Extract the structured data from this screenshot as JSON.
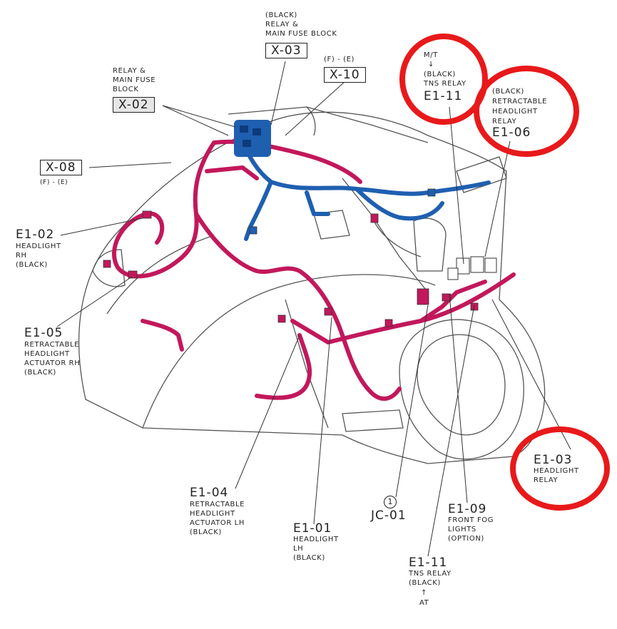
{
  "colors": {
    "harness_red": "#c2185b",
    "harness_blue": "#1f5fb0",
    "highlight_circle": "#e8191a",
    "line": "#333333"
  },
  "labels": {
    "x03": {
      "color": "(BLACK)",
      "desc1": "RELAY &",
      "desc2": "MAIN FUSE BLOCK",
      "code": "X-03"
    },
    "x10": {
      "note": "(F) - (E)",
      "code": "X-10"
    },
    "x02": {
      "desc1": "RELAY &",
      "desc2": "MAIN FUSE",
      "desc3": "BLOCK",
      "code": "X-02"
    },
    "x08": {
      "code": "X-08",
      "note": "(F) - (E)"
    },
    "e1_11_top": {
      "mt": "M/T",
      "arrow": "↓",
      "color": "(BLACK)",
      "desc": "TNS RELAY",
      "code": "E1-11"
    },
    "e1_06": {
      "color": "(BLACK)",
      "desc1": "RETRACTABLE",
      "desc2": "HEADLIGHT",
      "desc3": "RELAY",
      "code": "E1-06"
    },
    "e1_02": {
      "code": "E1-02",
      "desc1": "HEADLIGHT",
      "desc2": "RH",
      "color": "(BLACK)"
    },
    "e1_05": {
      "code": "E1-05",
      "desc1": "RETRACTABLE",
      "desc2": "HEADLIGHT",
      "desc3": "ACTUATOR RH",
      "color": "(BLACK)"
    },
    "e1_03": {
      "code": "E1-03",
      "desc1": "HEADLIGHT",
      "desc2": "RELAY"
    },
    "e1_04": {
      "code": "E1-04",
      "desc1": "RETRACTABLE",
      "desc2": "HEADLIGHT",
      "desc3": "ACTUATOR LH",
      "color": "(BLACK)"
    },
    "e1_01": {
      "code": "E1-01",
      "desc1": "HEADLIGHT",
      "desc2": "LH",
      "color": "(BLACK)"
    },
    "jc01": {
      "num": "1",
      "code": "JC-01"
    },
    "e1_09": {
      "code": "E1-09",
      "desc1": "FRONT FOG",
      "desc2": "LIGHTS",
      "desc3": "(OPTION)"
    },
    "e1_11_bottom": {
      "code": "E1-11",
      "desc": "TNS RELAY",
      "color": "(BLACK)",
      "arrow": "↑",
      "at": "AT"
    }
  }
}
